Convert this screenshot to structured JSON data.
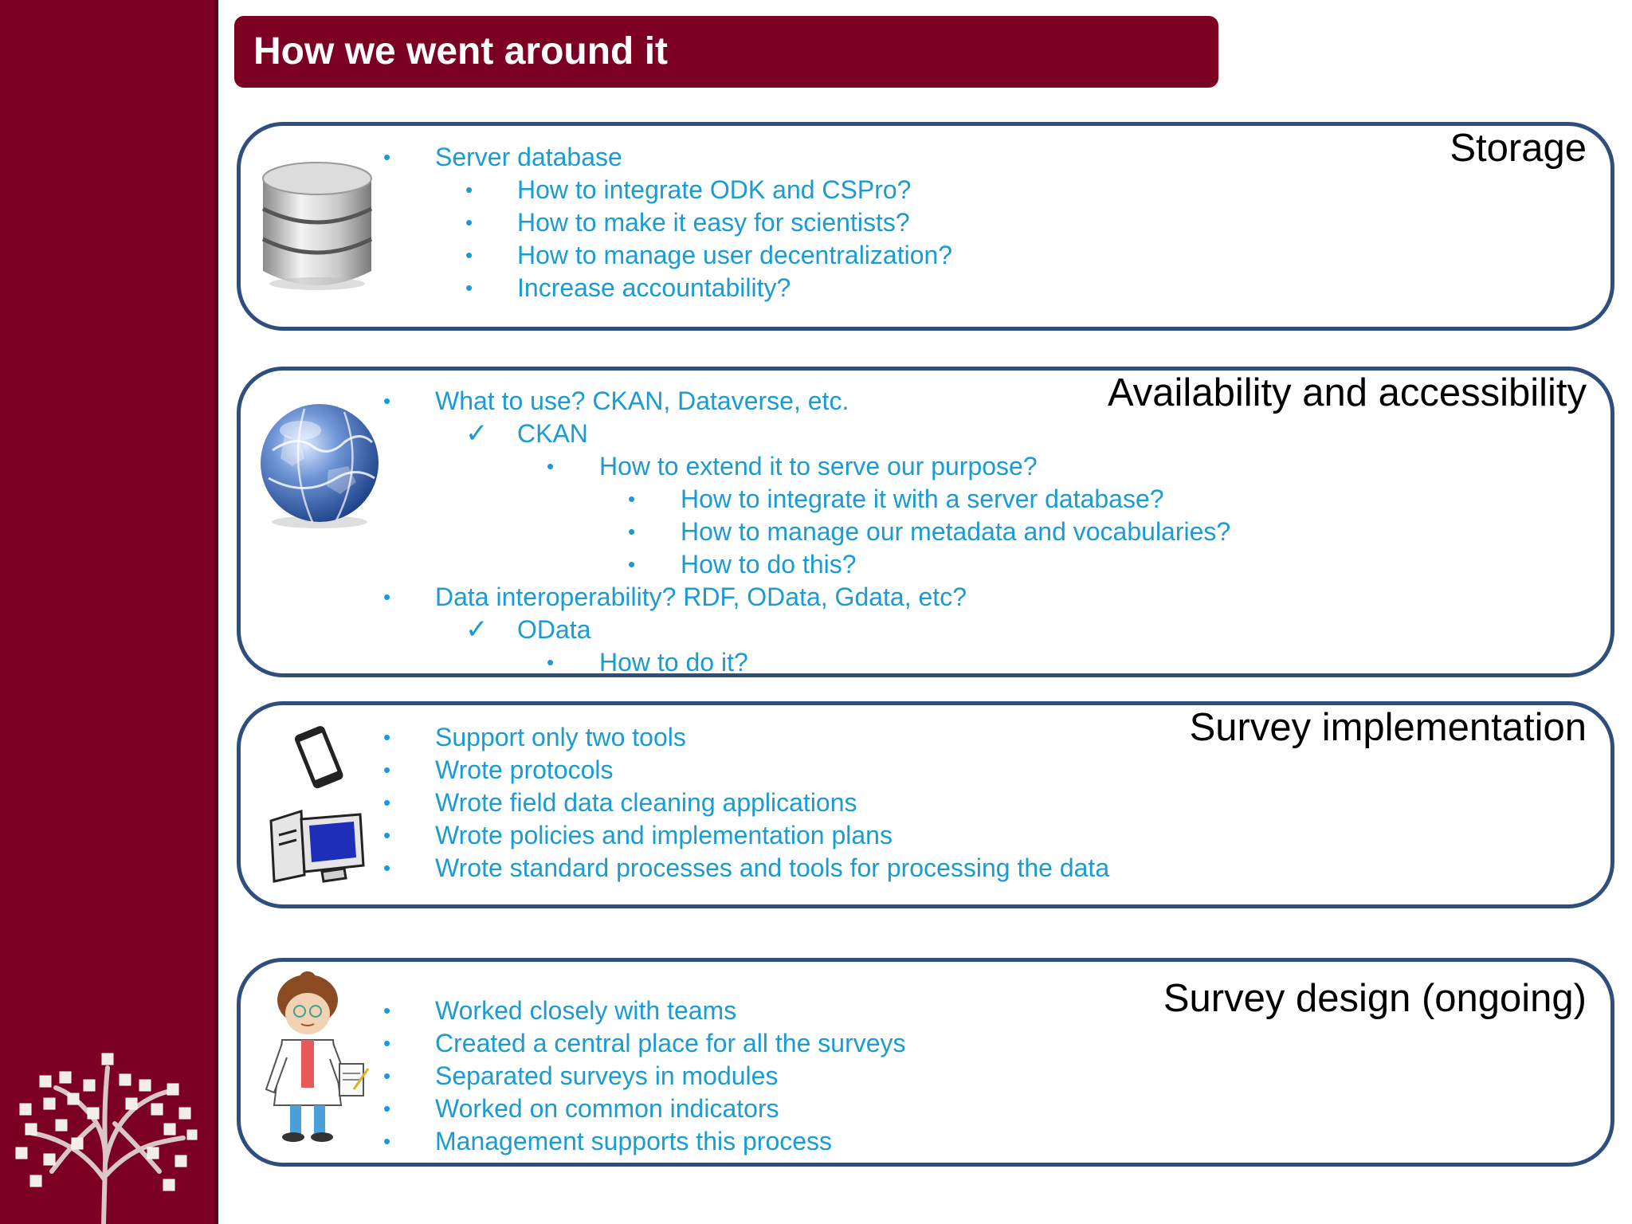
{
  "title": "How we went around it",
  "sections": {
    "storage": {
      "heading": "Storage",
      "icon": "database-icon",
      "items": [
        {
          "text": "Server database",
          "level": 0,
          "bullet": "•"
        },
        {
          "text": "How to integrate ODK and CSPro?",
          "level": 1,
          "bullet": "•"
        },
        {
          "text": "How to make it easy for scientists?",
          "level": 1,
          "bullet": "•"
        },
        {
          "text": "How to manage user decentralization?",
          "level": 1,
          "bullet": "•"
        },
        {
          "text": "Increase accountability?",
          "level": 1,
          "bullet": "•"
        }
      ]
    },
    "availability": {
      "heading": "Availability and accessibility",
      "icon": "globe-icon",
      "items": [
        {
          "text": "What to use? CKAN, Dataverse, etc.",
          "level": 0,
          "bullet": "•"
        },
        {
          "text": "CKAN",
          "level": 1,
          "bullet": "✓"
        },
        {
          "text": "How to extend it to serve our purpose?",
          "level": 2,
          "bullet": "•"
        },
        {
          "text": "How to integrate it with a server database?",
          "level": 3,
          "bullet": "•"
        },
        {
          "text": "How to manage our metadata and vocabularies?",
          "level": 3,
          "bullet": "•"
        },
        {
          "text": "How to do this?",
          "level": 3,
          "bullet": "•"
        },
        {
          "text": "Data interoperability? RDF, OData, Gdata, etc?",
          "level": 0,
          "bullet": "•"
        },
        {
          "text": "OData",
          "level": 1,
          "bullet": "✓"
        },
        {
          "text": "How to do it?",
          "level": 2,
          "bullet": "•"
        }
      ]
    },
    "survey_impl": {
      "heading": "Survey implementation",
      "icon": "devices-icon",
      "items": [
        {
          "text": "Support only two tools",
          "level": 0,
          "bullet": "•"
        },
        {
          "text": "Wrote protocols",
          "level": 0,
          "bullet": "•"
        },
        {
          "text": "Wrote field data cleaning applications",
          "level": 0,
          "bullet": "•"
        },
        {
          "text": "Wrote policies and implementation plans",
          "level": 0,
          "bullet": "•"
        },
        {
          "text": "Wrote standard processes and tools for processing the data",
          "level": 0,
          "bullet": "•"
        }
      ]
    },
    "survey_design": {
      "heading": "Survey design (ongoing)",
      "icon": "scientist-icon",
      "items": [
        {
          "text": "Worked closely with teams",
          "level": 0,
          "bullet": "•"
        },
        {
          "text": "Created a central place for all the surveys",
          "level": 0,
          "bullet": "•"
        },
        {
          "text": "Separated surveys in modules",
          "level": 0,
          "bullet": "•"
        },
        {
          "text": "Worked on common indicators",
          "level": 0,
          "bullet": "•"
        },
        {
          "text": "Management supports this process",
          "level": 0,
          "bullet": "•"
        }
      ]
    }
  },
  "colors": {
    "maroon": "#7b0022",
    "box_border": "#2e4f7e",
    "item_text": "#1a9bd1",
    "heading_text": "#000000"
  }
}
